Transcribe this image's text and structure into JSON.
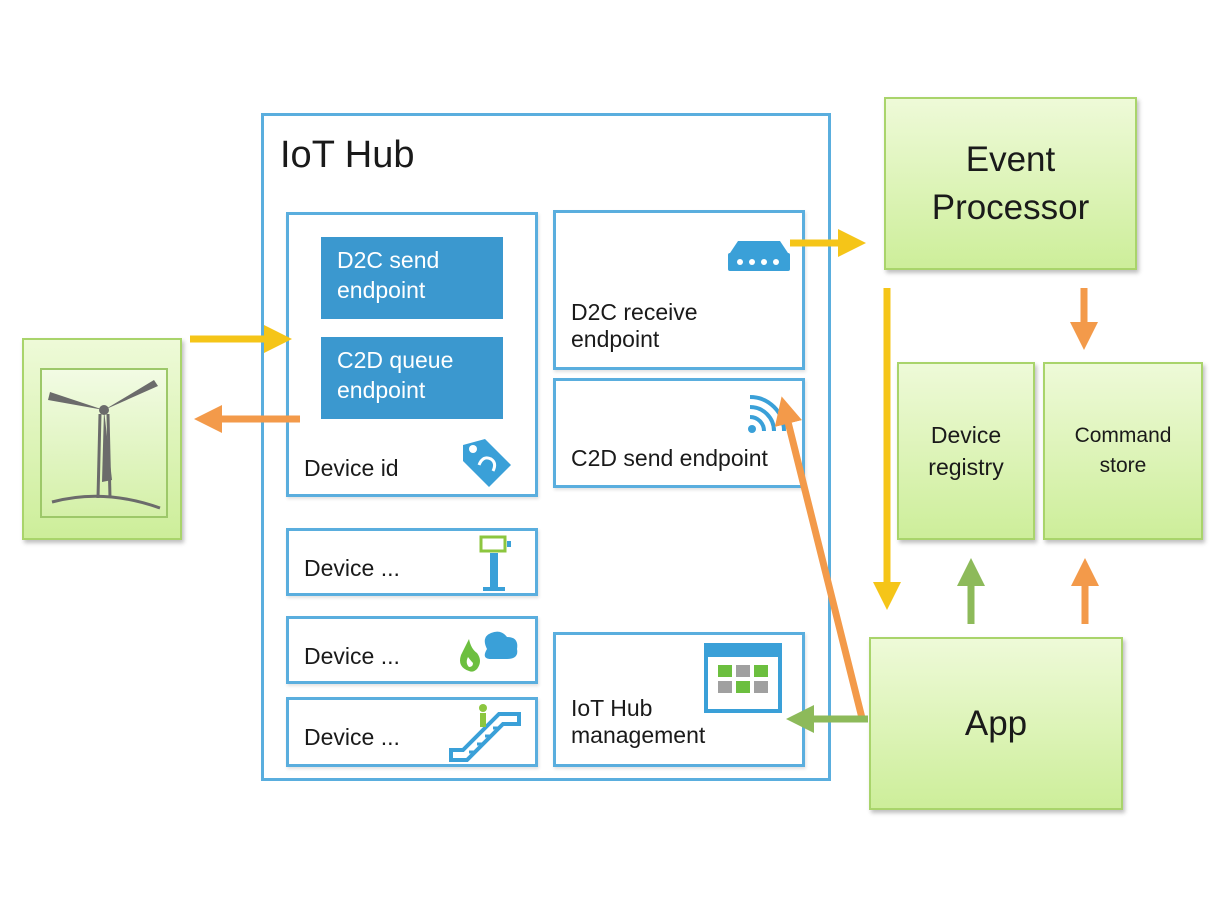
{
  "hub": {
    "title": "IoT Hub",
    "d2c_send": [
      "D2C send",
      "endpoint"
    ],
    "c2d_queue": [
      "C2D queue",
      "endpoint"
    ],
    "device_id": "Device id",
    "d2c_receive": [
      "D2C receive",
      "endpoint"
    ],
    "c2d_send": "C2D send endpoint",
    "devices": [
      "Device ...",
      "Device ...",
      "Device ..."
    ],
    "management": [
      "IoT Hub",
      "management"
    ]
  },
  "event_processor": [
    "Event",
    "Processor"
  ],
  "device_registry": [
    "Device",
    "registry"
  ],
  "command_store": [
    "Command",
    "store"
  ],
  "app": "App",
  "colors": {
    "hub_border": "#5aaede",
    "tile": "#3b98cf",
    "green_fill": "#d6f2aa",
    "green_border": "#a9d46b",
    "arrow_yellow": "#f5c518",
    "arrow_orange": "#f39a4a",
    "arrow_green": "#8dba5a"
  }
}
